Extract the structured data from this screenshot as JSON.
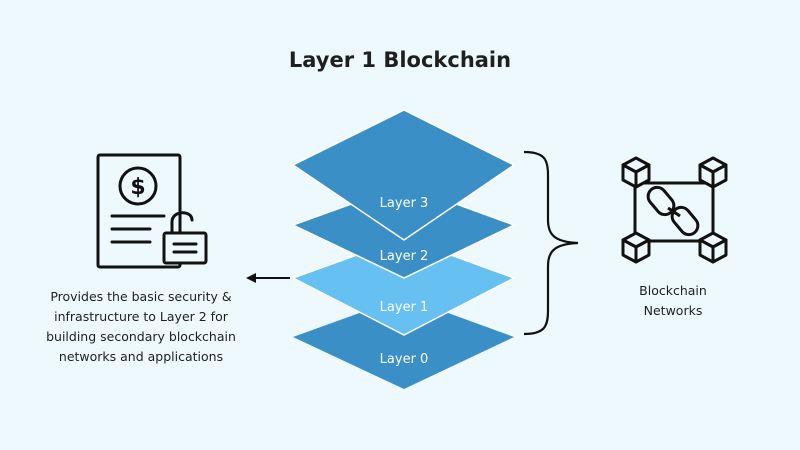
{
  "title": "Layer 1 Blockchain",
  "layers": [
    {
      "label": "Layer 3",
      "color": "#3a8fc7"
    },
    {
      "label": "Layer 2",
      "color": "#3a8fc7"
    },
    {
      "label": "Layer 1",
      "color": "#66c0f2"
    },
    {
      "label": "Layer 0",
      "color": "#3a8fc7"
    }
  ],
  "description": "Provides the basic security & infrastructure to Layer 2 for building secondary blockchain networks and applications",
  "network_label_line1": "Blockchain",
  "network_label_line2": "Networks",
  "icons": {
    "left": "secure-payment-document-icon",
    "right": "blockchain-network-icon"
  }
}
